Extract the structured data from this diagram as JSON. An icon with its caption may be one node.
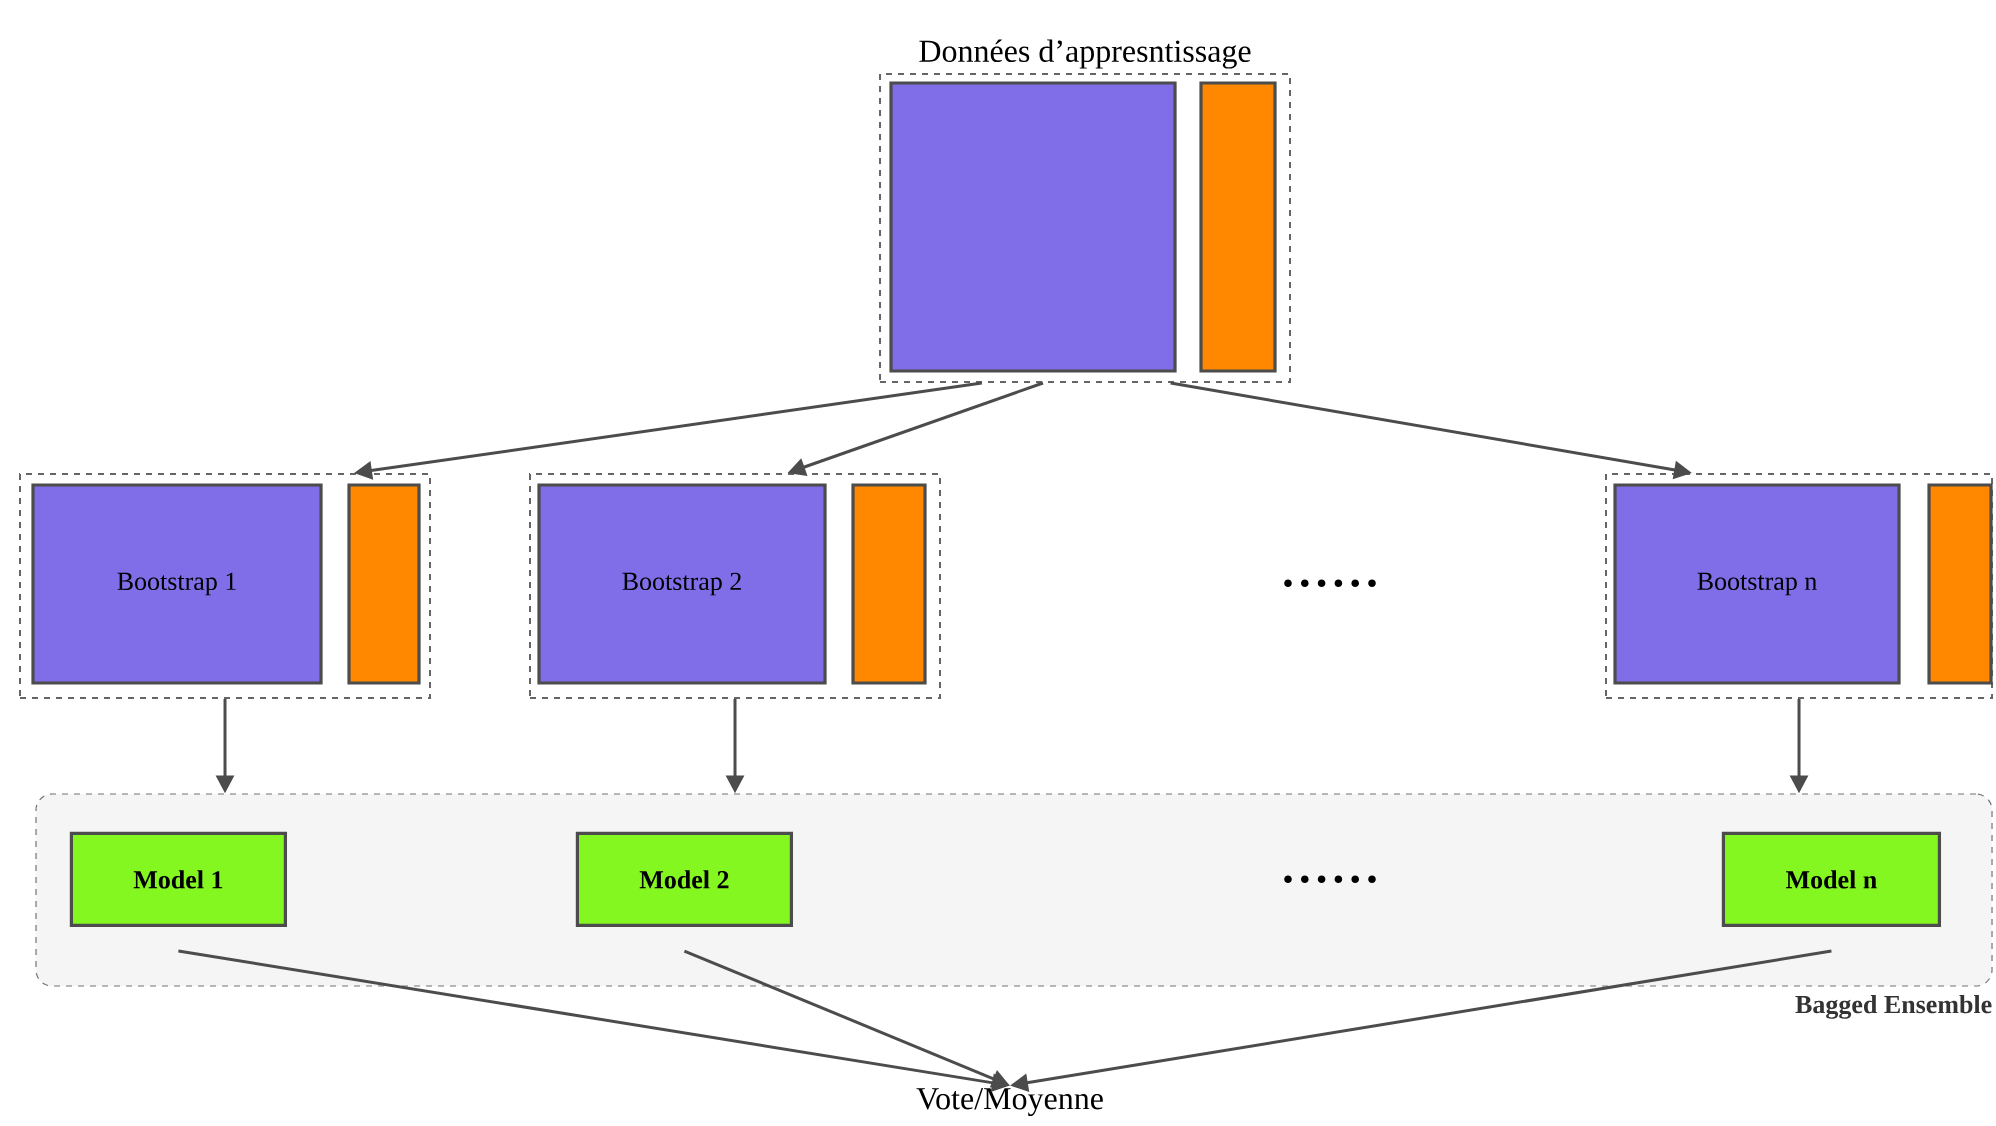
{
  "diagram": {
    "nodes": [
      {
        "text": [
          "Données d’appresntissage"
        ]
      },
      {
        "text": [],
        "shape": "box",
        "in": 0
      },
      {
        "text": [],
        "shape": "bar",
        "in": 0
      },
      {
        "text": [],
        "shape": "box"
      },
      {
        "text": [
          "Bootstrap 1"
        ],
        "in": 3
      },
      {
        "text": [],
        "shape": "bar",
        "in": 3
      },
      {
        "text": [],
        "shape": "box"
      },
      {
        "text": [
          "Bootstrap 2"
        ],
        "in": 6
      },
      {
        "text": [],
        "shape": "bar",
        "in": 6
      },
      {
        "text": [],
        "shape": "box"
      },
      {
        "text": [
          "Bootstrap n"
        ],
        "in": 9
      },
      {
        "text": [],
        "shape": "bar",
        "in": 9
      },
      {
        "text": [
          "Bagged Ensemble"
        ]
      },
      {
        "text": [
          "Model 1"
        ],
        "in": 12
      },
      {
        "text": [
          "Model 2"
        ],
        "in": 12
      },
      {
        "text": [
          "Model n"
        ],
        "in": 12
      },
      {
        "text": [
          "Vote/Moyenne"
        ]
      }
    ],
    "edges": [
      {
        "from": 0,
        "to": 3,
        "arrow": "to"
      },
      {
        "from": 0,
        "to": 6,
        "arrow": "to"
      },
      {
        "from": 0,
        "to": 9,
        "arrow": "to"
      },
      {
        "from": 3,
        "to": 12,
        "arrow": "to"
      },
      {
        "from": 6,
        "to": 12,
        "arrow": "to"
      },
      {
        "from": 9,
        "to": 12,
        "arrow": "to"
      },
      {
        "from": 13,
        "to": 16,
        "arrow": "to"
      },
      {
        "from": 14,
        "to": 16,
        "arrow": "to"
      },
      {
        "from": 15,
        "to": 16,
        "arrow": "to"
      }
    ],
    "labels": [
      "• • •  • • •",
      "• • •  • • •"
    ]
  }
}
